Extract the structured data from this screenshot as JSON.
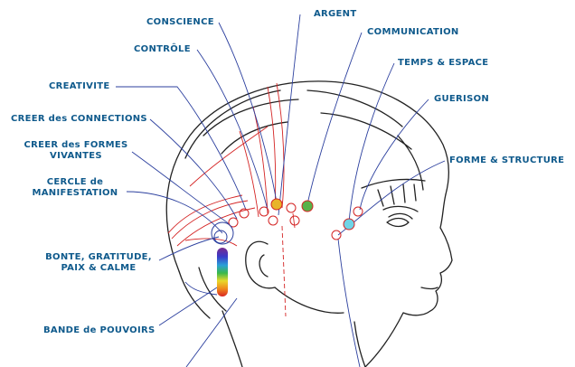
{
  "colors": {
    "label_text": "#0f5a8c",
    "leader_line": "#2b3f9e",
    "red_line": "#d42424",
    "head_outline": "#222222",
    "point_yellow": "#e8b42a",
    "point_green": "#58b24a",
    "point_cyan": "#6fd4e6"
  },
  "labels": {
    "conscience": "CONSCIENCE",
    "argent": "ARGENT",
    "controle": "CONTRÔLE",
    "communication": "COMMUNICATION",
    "temps_espace": "TEMPS & ESPACE",
    "creativite": "CREATIVITE",
    "guerison": "GUERISON",
    "creer_connections": "CREER des CONNECTIONS",
    "creer_formes_1": "CREER des FORMES",
    "creer_formes_2": "VIVANTES",
    "forme_structure": "FORME & STRUCTURE",
    "cercle_1": "CERCLE de",
    "cercle_2": "MANIFESTATION",
    "bonte_1": "BONTE, GRATITUDE,",
    "bonte_2": "PAIX & CALME",
    "bande_pouvoirs": "BANDE de POUVOIRS"
  }
}
